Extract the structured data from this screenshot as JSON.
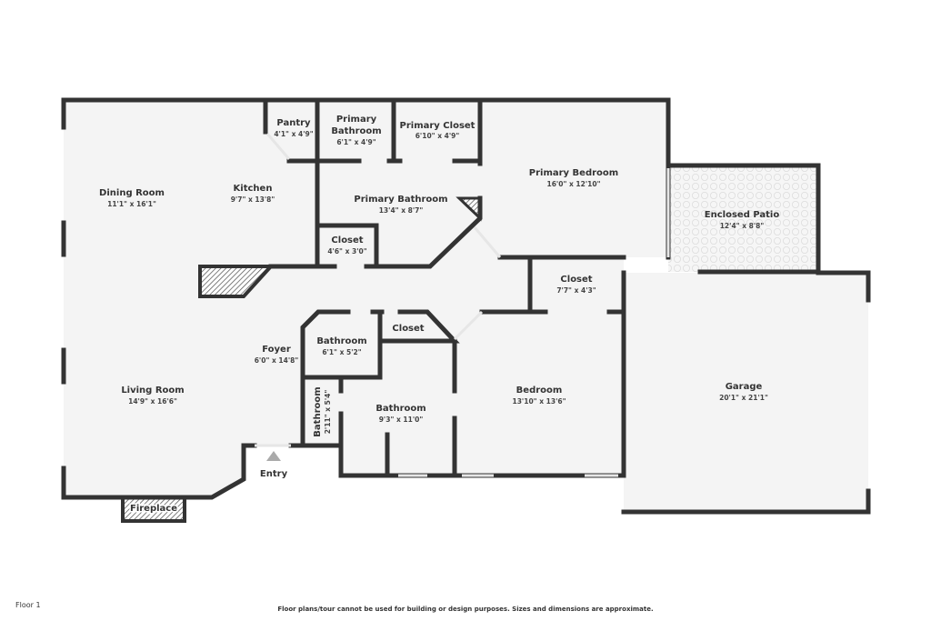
{
  "floor_label": "Floor 1",
  "disclaimer": "Floor plans/tour cannot be used for building or design purposes. Sizes and dimensions are approximate.",
  "rooms": {
    "dining": {
      "name": "Dining Room",
      "dim": "11'1\" x 16'1\""
    },
    "kitchen": {
      "name": "Kitchen",
      "dim": "9'7\" x 13'8\""
    },
    "pantry": {
      "name": "Pantry",
      "dim": "4'1\" x 4'9\""
    },
    "pbath_small": {
      "name1": "Primary",
      "name2": "Bathroom",
      "dim": "6'1\" x 4'9\""
    },
    "pcloset": {
      "name": "Primary Closet",
      "dim": "6'10\" x 4'9\""
    },
    "pbedroom": {
      "name": "Primary Bedroom",
      "dim": "16'0\" x 12'10\""
    },
    "pbath": {
      "name": "Primary Bathroom",
      "dim": "13'4\" x 8'7\""
    },
    "closet1": {
      "name": "Closet",
      "dim": "4'6\" x 3'0\""
    },
    "patio": {
      "name": "Enclosed Patio",
      "dim": "12'4\" x 8'8\""
    },
    "closet2": {
      "name": "Closet",
      "dim": "7'7\" x 4'3\""
    },
    "closet3": {
      "name": "Closet"
    },
    "bath1": {
      "name": "Bathroom",
      "dim": "6'1\" x 5'2\""
    },
    "foyer": {
      "name": "Foyer",
      "dim": "6'0\" x 14'8\""
    },
    "bath2": {
      "name": "Bathroom",
      "dim": "2'11\" x 5'4\""
    },
    "bath3": {
      "name": "Bathroom",
      "dim": "9'3\" x 11'0\""
    },
    "bedroom": {
      "name": "Bedroom",
      "dim": "13'10\" x 13'6\""
    },
    "garage": {
      "name": "Garage",
      "dim": "20'1\" x 21'1\""
    },
    "living": {
      "name": "Living Room",
      "dim": "14'9\" x 16'6\""
    },
    "fireplace": {
      "name": "Fireplace"
    },
    "entry": {
      "name": "Entry"
    }
  },
  "colors": {
    "wall": "#333333",
    "floor": "#f4f4f4",
    "hatch": "#555555"
  }
}
